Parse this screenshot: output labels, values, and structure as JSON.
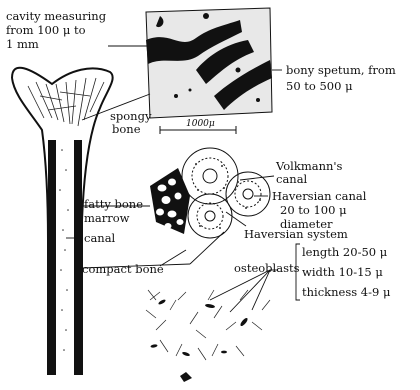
{
  "labels": {
    "cavity_l1": "cavity measuring",
    "cavity_l2": "from 100 μ  to",
    "cavity_l3": "1 mm",
    "spongy_l1": "spongy",
    "spongy_l2": "bone",
    "septum_l1": "bony spetum, from",
    "septum_l2": "50  to  500 μ",
    "scale": "1000μ",
    "volkmann_l1": "Volkmann's",
    "volkmann_l2": "canal",
    "haversian_canal_l1": "Haversian canal",
    "haversian_canal_l2": "20  to  100 μ",
    "haversian_canal_l3": "diameter",
    "fatty_l1": "fatty bone",
    "fatty_l2": "marrow",
    "canal": "canal",
    "haversian_system": "Haversian  system",
    "compact_bone": "compact bone",
    "osteoblasts": "osteoblasts",
    "length": "length  20-50 μ",
    "width": "width   10-15 μ",
    "thickness": "thickness  4-9 μ"
  }
}
